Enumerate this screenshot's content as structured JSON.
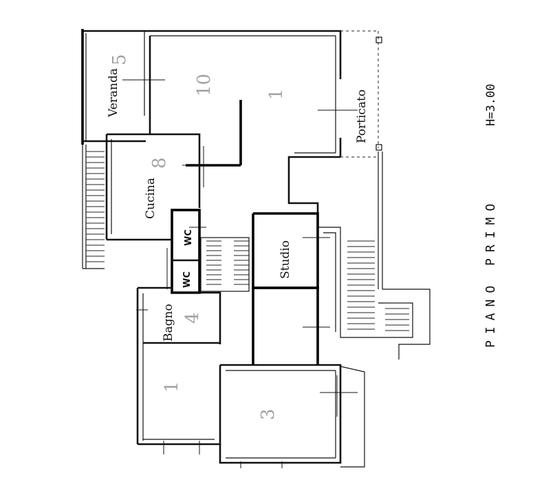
{
  "plan": {
    "title": "PIANO PRIMO",
    "height_note": "H=3.00"
  },
  "rooms": {
    "veranda": "Veranda",
    "porticato": "Porticato",
    "cucina": "Cucina",
    "wc_1": "WC",
    "wc_2": "WC",
    "studio": "Studio",
    "bagno": "Bagno"
  }
}
